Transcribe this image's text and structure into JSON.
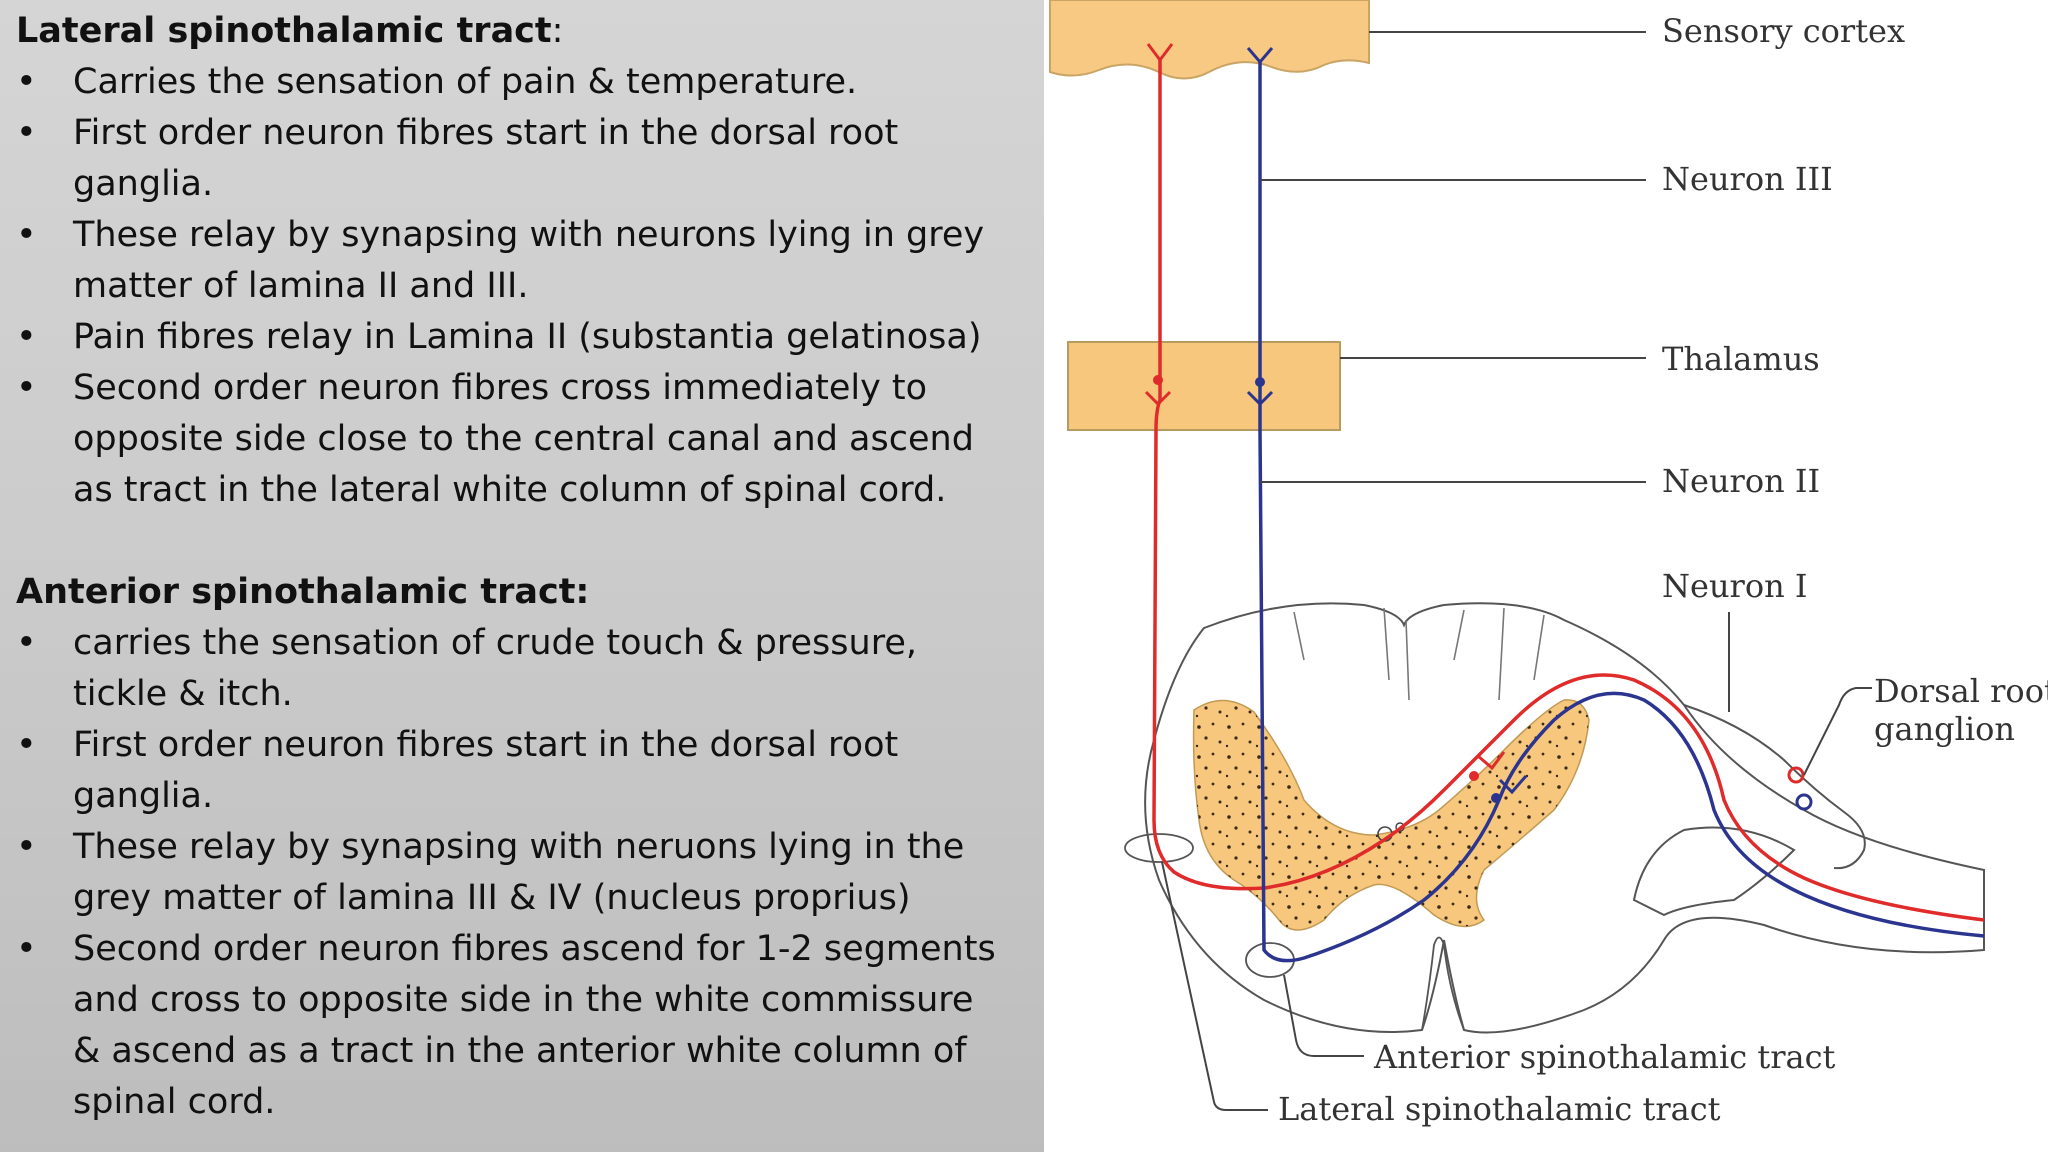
{
  "lateral": {
    "heading": "Lateral spinothalamic tract",
    "colon": ":",
    "bullets": [
      "Carries the sensation of pain & temperature.",
      "First order neuron fibres start in the dorsal root ganglia.",
      "These relay by synapsing with neurons lying in grey matter of lamina II and III.",
      "Pain fibres relay in Lamina II (substantia gelatinosa)",
      "Second order neuron fibres cross immediately to opposite side close to the central canal and ascend as tract in the lateral white column of spinal cord."
    ]
  },
  "anterior": {
    "heading": "Anterior spinothalamic tract:",
    "bullets": [
      "carries the sensation of  crude touch & pressure, tickle & itch.",
      "First  order neuron fibres start in the dorsal root ganglia.",
      "These relay by synapsing with neruons lying in the grey matter  of lamina III & IV  (nucleus proprius)",
      "Second order neuron fibres ascend for 1-2 segments and cross to opposite side in the white commissure & ascend as a tract in the anterior white column of spinal cord."
    ]
  },
  "diagram": {
    "labels": {
      "sensory_cortex": "Sensory cortex",
      "neuron_3": "Neuron III",
      "thalamus": "Thalamus",
      "neuron_2": "Neuron II",
      "neuron_1": "Neuron I",
      "dorsal_root_line1": "Dorsal root",
      "dorsal_root_line2": "ganglion",
      "anterior_tract": "Anterior spinothalamic tract",
      "lateral_tract": "Lateral spinothalamic tract"
    },
    "colors": {
      "lateral_pathway": "#e02b2b",
      "anterior_pathway": "#2b3590",
      "grey_matter": "#f6c77c",
      "cortex": "#f7c983",
      "thalamus": "#f6c77c"
    }
  }
}
